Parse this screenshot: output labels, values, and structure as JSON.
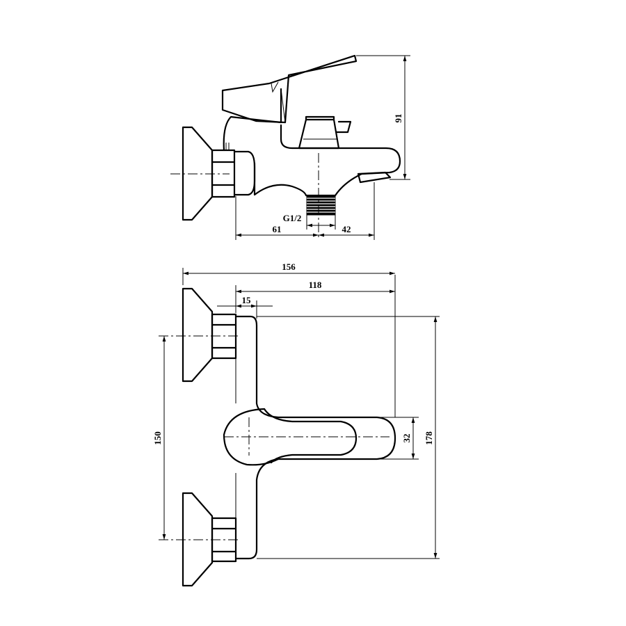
{
  "drawing": {
    "dimensions": {
      "height_spout": "91",
      "thread": "G1/2",
      "left_offset": "61",
      "right_offset": "42",
      "overall_width": "156",
      "body_depth": "118",
      "eccentric": "15",
      "center_distance": "150",
      "handle_width": "32",
      "overall_height": "178"
    }
  },
  "colors": {
    "line": "#000000",
    "background": "#ffffff"
  }
}
